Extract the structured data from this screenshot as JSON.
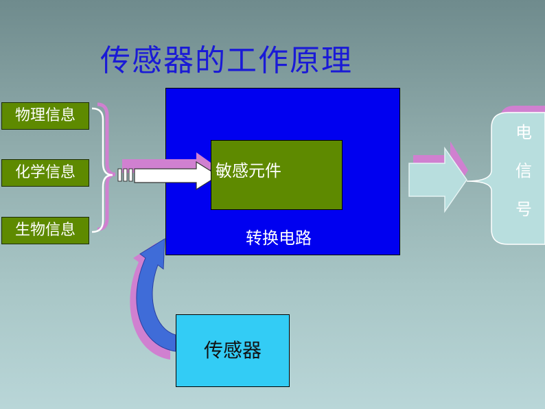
{
  "title": "传感器的工作原理",
  "inputs": [
    "物理信息",
    "化学信息",
    "生物信息"
  ],
  "circuit_label": "转换电路",
  "sensitive_element": "敏感元件",
  "sensor_label": "传感器",
  "output_chars": [
    "电",
    "信",
    "号"
  ]
}
